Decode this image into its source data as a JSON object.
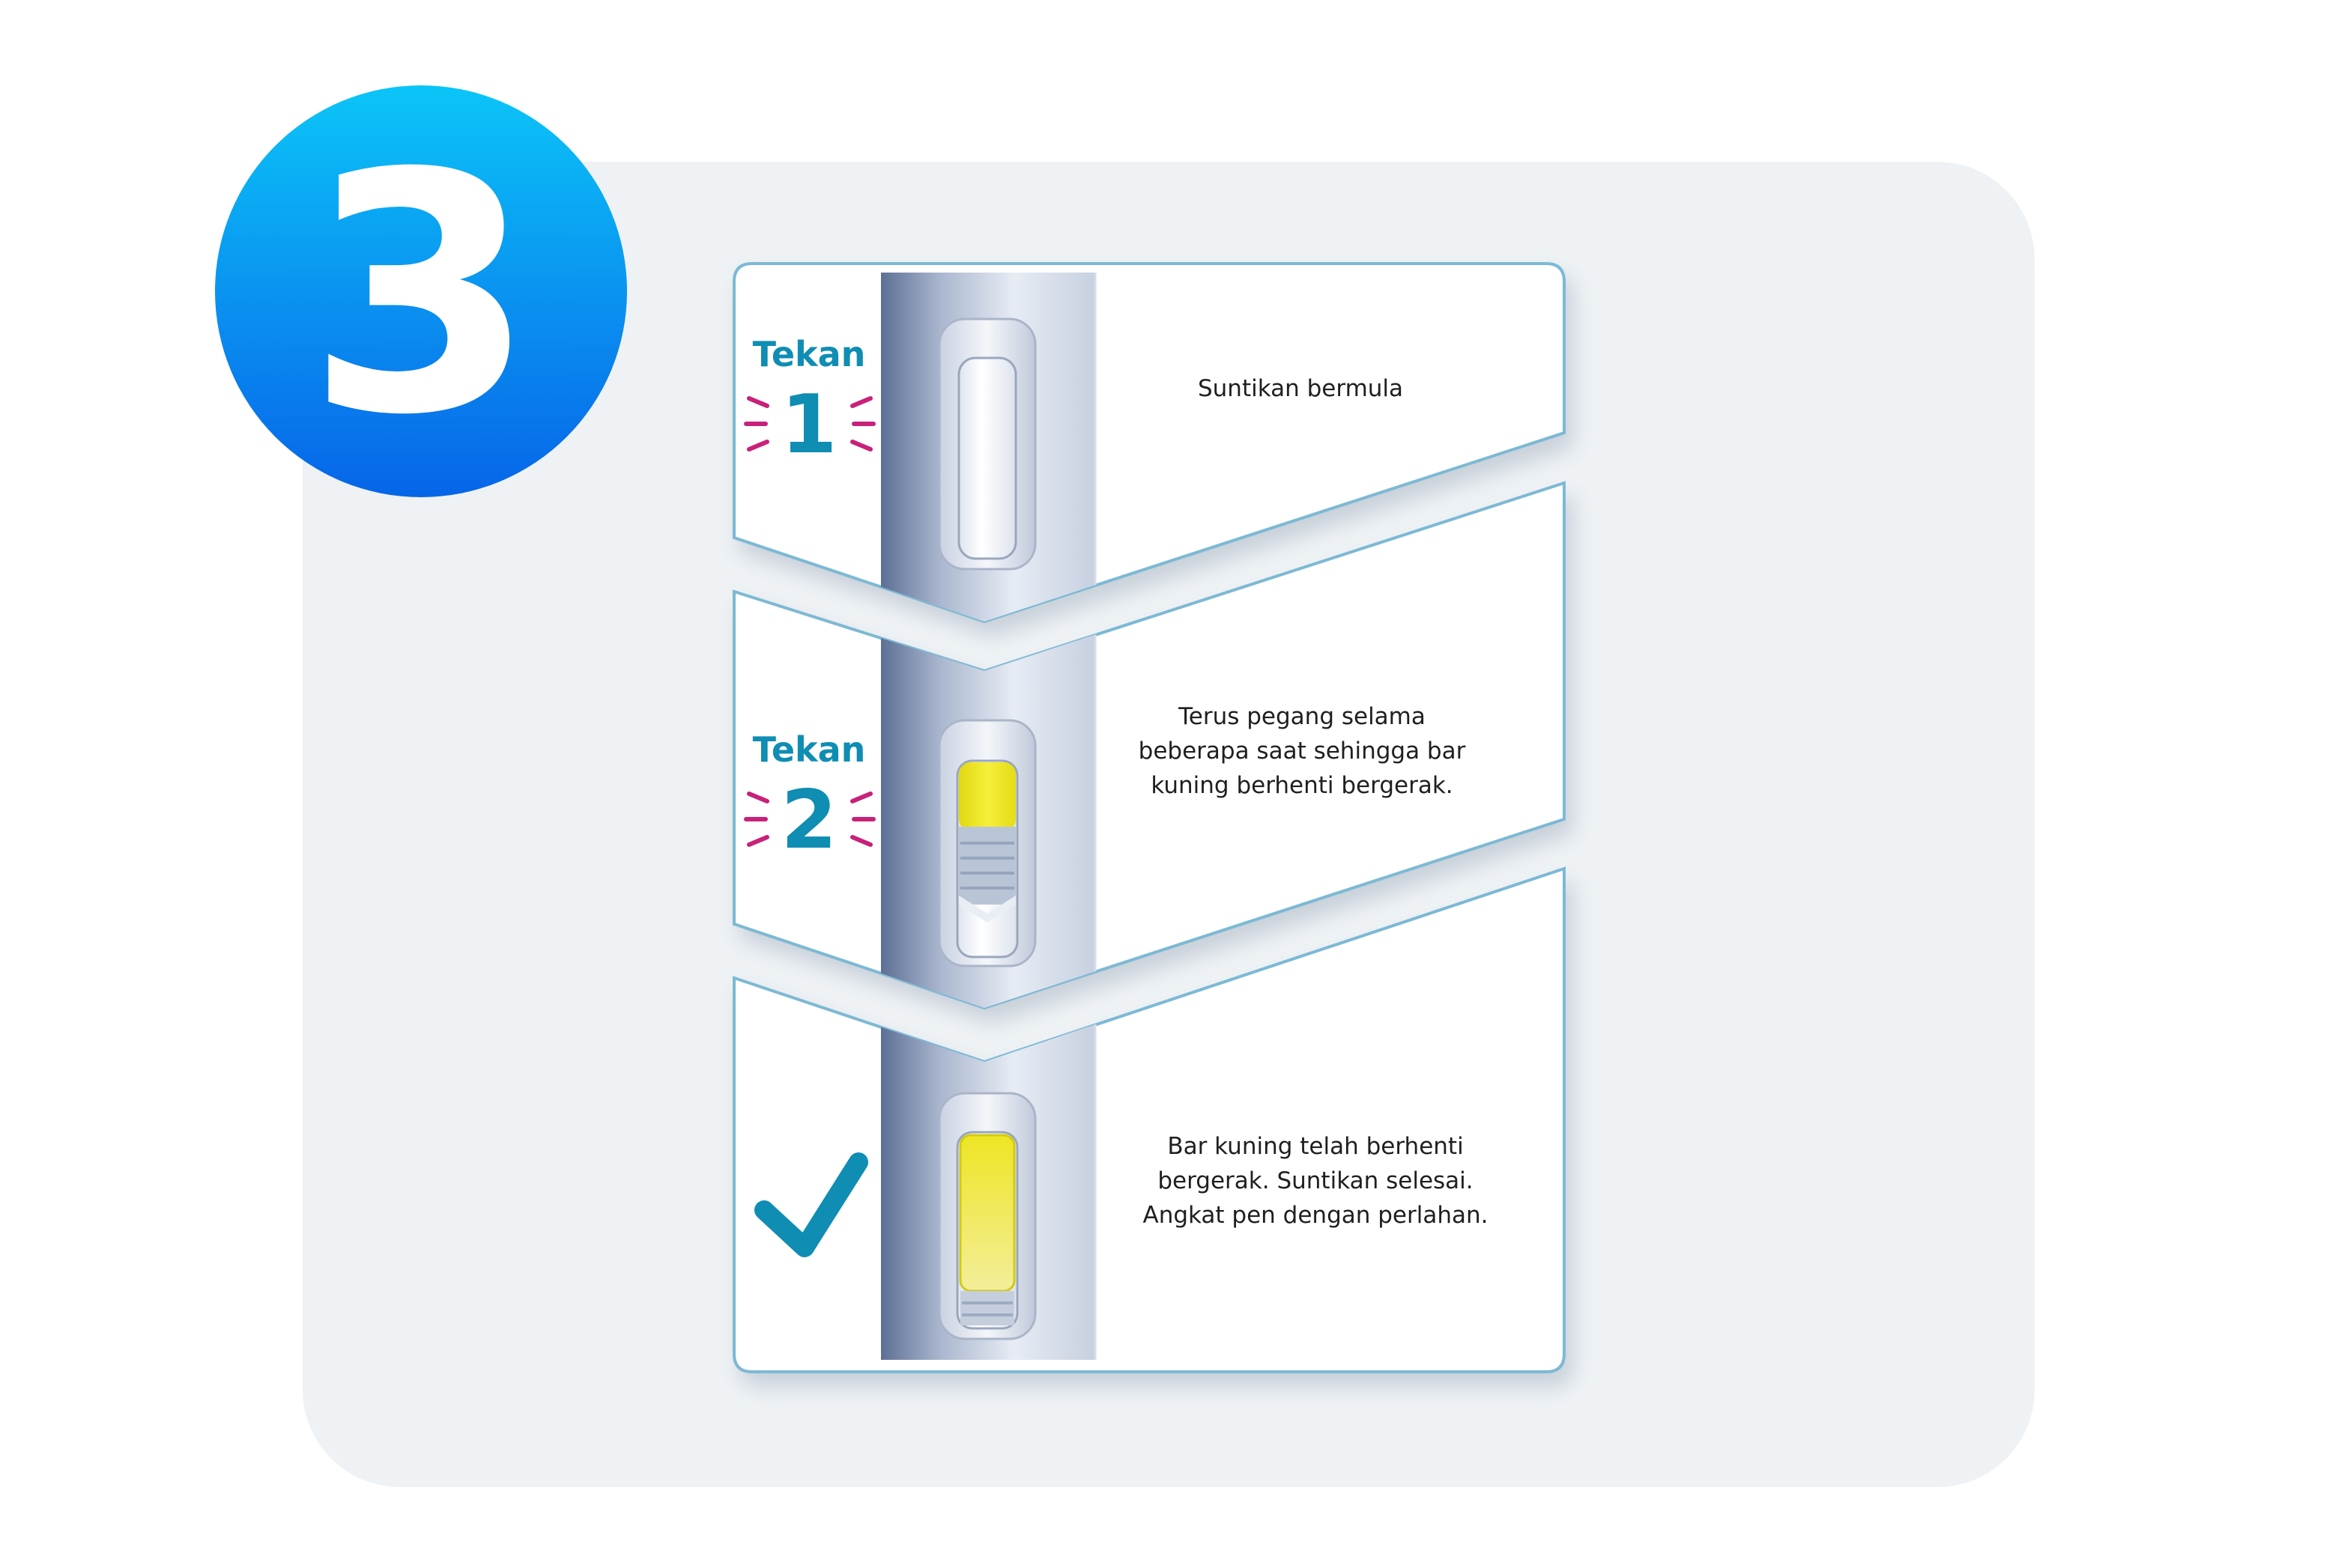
{
  "badge": {
    "number": "3"
  },
  "colors": {
    "accent": "#0f8db3",
    "badge_top": "#0bc5f7",
    "badge_bottom": "#0665e8",
    "spark": "#c8217a",
    "yellow_bar": "#f2ea1a",
    "panel_border": "#7cb9d4"
  },
  "steps": [
    {
      "press_label": "Tekan",
      "press_number": "1",
      "text": "Suntikan bermula",
      "window_state": "empty"
    },
    {
      "press_label": "Tekan",
      "press_number": "2",
      "text": "Terus pegang selama beberapa saat sehingga bar kuning berhenti bergerak.",
      "window_state": "moving"
    },
    {
      "press_label": "",
      "press_number": "",
      "icon": "checkmark-icon",
      "text": "Bar kuning telah berhenti bergerak. Suntikan selesai. Angkat pen dengan perlahan.",
      "window_state": "full"
    }
  ]
}
